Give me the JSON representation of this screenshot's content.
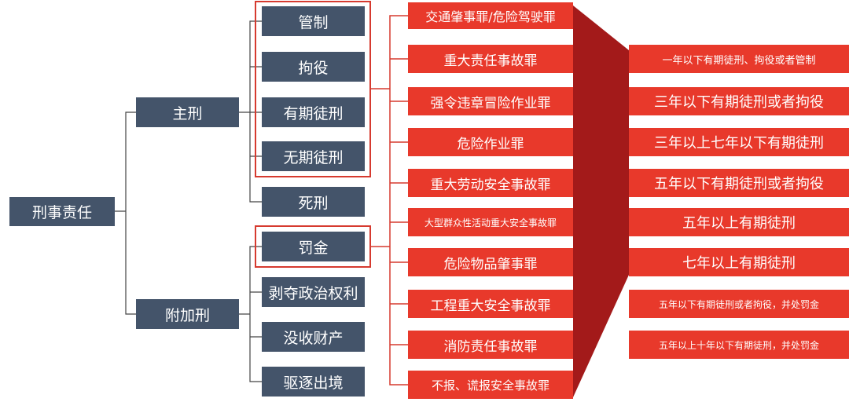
{
  "root": {
    "label": "刑事责任"
  },
  "branches": {
    "main": {
      "label": "主刑"
    },
    "additional": {
      "label": "附加刑"
    }
  },
  "main_penalties": [
    "管制",
    "拘役",
    "有期徒刑",
    "无期徒刑",
    "死刑"
  ],
  "additional_penalties": [
    "罚金",
    "剥夺政治权利",
    "没收财产",
    "驱逐出境"
  ],
  "crimes": [
    "交通肇事罪/危险驾驶罪",
    "重大责任事故罪",
    "强令违章冒险作业罪",
    "危险作业罪",
    "重大劳动安全事故罪",
    "大型群众性活动重大安全事故罪",
    "危险物品肇事罪",
    "工程重大安全事故罪",
    "消防责任事故罪",
    "不报、谎报安全事故罪"
  ],
  "penalties": [
    "一年以下有期徒刑、拘役或者管制",
    "三年以下有期徒刑或者拘役",
    "三年以上七年以下有期徒刑",
    "五年以下有期徒刑或者拘役",
    "五年以上有期徒刑",
    "七年以上有期徒刑",
    "五年以下有期徒刑或者拘役，并处罚金",
    "五年以上十年以下有期徒刑，并处罚金"
  ],
  "colors": {
    "navy": "#44546a",
    "red": "#e8392b",
    "dark_red": "#a31a1a",
    "connector": "#444444",
    "outline": "#d63a2f"
  }
}
